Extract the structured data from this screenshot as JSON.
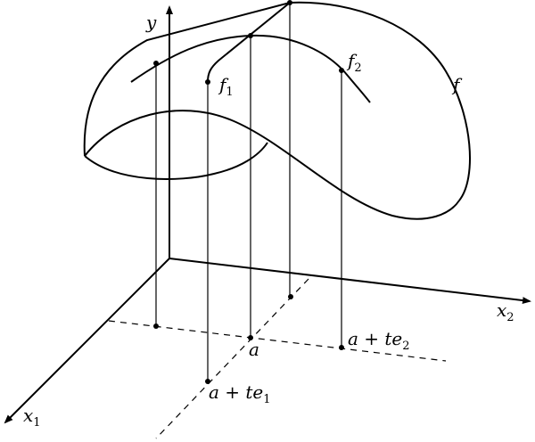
{
  "labels": {
    "y_axis": "y",
    "x1_axis": "x",
    "x1_sub": "1",
    "x2_axis": "x",
    "x2_sub": "2",
    "surface": "f",
    "f1": "f",
    "f1_sub": "1",
    "f2": "f",
    "f2_sub": "2",
    "point_a": "a",
    "point_a_te1": "a + te",
    "point_a_te1_sub": "1",
    "point_a_te2": "a + te",
    "point_a_te2_sub": "2"
  }
}
